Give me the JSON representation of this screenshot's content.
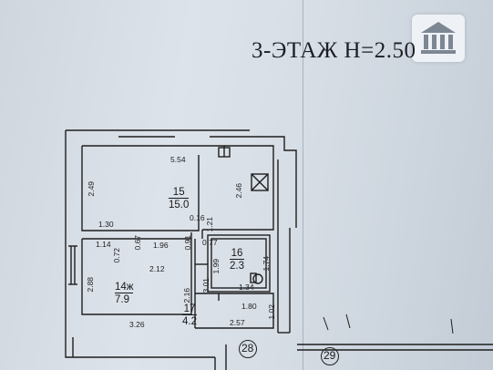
{
  "title": "3-ЭТАЖ  Н=2.50",
  "rooms": [
    {
      "number": "15",
      "area": "15.0"
    },
    {
      "number": "16",
      "area": "2.3"
    },
    {
      "number": "14ж",
      "area": "7.9"
    },
    {
      "number": "17",
      "area": "4.2"
    }
  ],
  "dimensions": {
    "d554": "5.54",
    "d249": "2.49",
    "d246": "2.46",
    "d130": "1.30",
    "d016": "0.16",
    "d121": "1.21",
    "d114": "1.14",
    "d072": "0.72",
    "d067": "0.67",
    "d196": "1.96",
    "d091": "0.91",
    "d077": "0.77",
    "d288": "2.88",
    "d212": "2.12",
    "d199": "1.99",
    "d174": "1.74",
    "d301": "3.01",
    "d216": "2.16",
    "d134": "1.34",
    "d180": "1.80",
    "d102": "1.02",
    "d326": "3.26",
    "d257": "2.57"
  },
  "axis_marks": [
    "28",
    "29"
  ],
  "colors": {
    "line": "#1e1e1e",
    "paper": "#d8dee5"
  },
  "logo_icon": "building-columns-icon"
}
